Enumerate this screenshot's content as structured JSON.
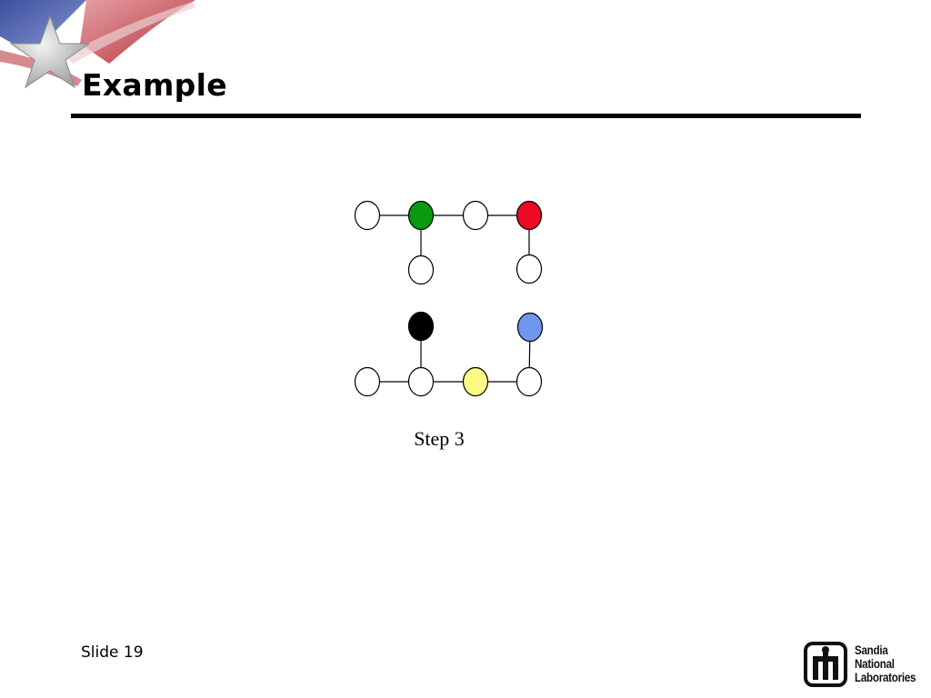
{
  "slide": {
    "title": "Example",
    "caption": "Step 3",
    "slide_number": "Slide 19"
  },
  "logo": {
    "lines": [
      "Sandia",
      "National",
      "Laboratories"
    ]
  },
  "graph": {
    "nodes": [
      {
        "id": "a1",
        "color": "#ffffff"
      },
      {
        "id": "a2",
        "color": "#0a9a12"
      },
      {
        "id": "a3",
        "color": "#ffffff"
      },
      {
        "id": "a4",
        "color": "#ec0a23"
      },
      {
        "id": "a5",
        "color": "#ffffff"
      },
      {
        "id": "a6",
        "color": "#ffffff"
      },
      {
        "id": "b1",
        "color": "#000000"
      },
      {
        "id": "b2",
        "color": "#6f96f0"
      },
      {
        "id": "b3",
        "color": "#ffffff"
      },
      {
        "id": "b4",
        "color": "#ffffff"
      },
      {
        "id": "b5",
        "color": "#fdfa84"
      },
      {
        "id": "b6",
        "color": "#ffffff"
      }
    ],
    "edges": [
      [
        "a1",
        "a2"
      ],
      [
        "a2",
        "a3"
      ],
      [
        "a3",
        "a4"
      ],
      [
        "a2",
        "a5"
      ],
      [
        "a4",
        "a6"
      ],
      [
        "b1",
        "b4"
      ],
      [
        "b2",
        "b6"
      ],
      [
        "b3",
        "b4"
      ],
      [
        "b4",
        "b5"
      ],
      [
        "b5",
        "b6"
      ]
    ]
  }
}
